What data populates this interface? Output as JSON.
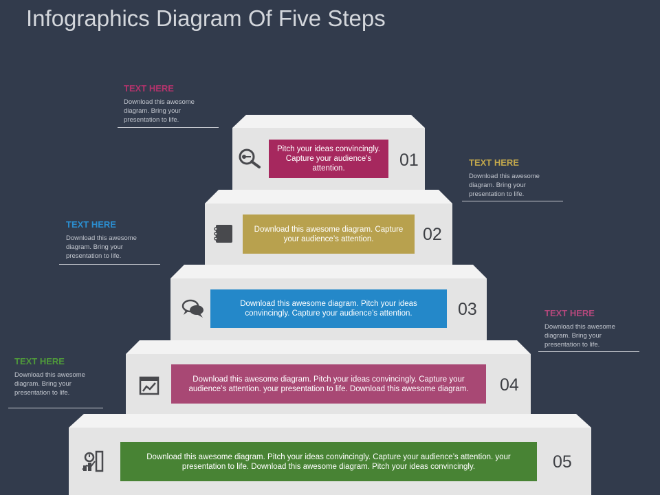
{
  "title": "Infographics Diagram Of Five Steps",
  "colors": {
    "background": "#323b4c",
    "step1": "#a6285e",
    "step2": "#b8a14e",
    "step3": "#2488c9",
    "step4": "#a84874",
    "step5": "#488334",
    "stair_face": "#e5e5e5",
    "stair_top": "#f5f5f5",
    "icon": "#48494d"
  },
  "steps": [
    {
      "number": "01",
      "text": "Pitch your ideas convincingly. Capture your audience’s attention.",
      "icon": "key-search-icon"
    },
    {
      "number": "02",
      "text": "Download this awesome diagram. Capture your audience’s attention.",
      "icon": "notebook-icon"
    },
    {
      "number": "03",
      "text": "Download this awesome diagram. Pitch your ideas convincingly. Capture your audience’s attention.",
      "icon": "chat-bubbles-icon"
    },
    {
      "number": "04",
      "text": "Download this awesome diagram. Pitch your ideas convincingly. Capture your audience’s attention. your presentation to life. Download this awesome diagram.",
      "icon": "line-chart-icon"
    },
    {
      "number": "05",
      "text": "Download this awesome diagram. Pitch your ideas convincingly. Capture your audience’s attention. your presentation to life. Download this awesome diagram. Pitch your ideas convincingly.",
      "icon": "analytics-person-icon"
    }
  ],
  "callouts": [
    {
      "heading": "TEXT HERE",
      "body": "Download this awesome diagram. Bring your presentation to life.",
      "color": "#b4336c"
    },
    {
      "heading": "TEXT HERE",
      "body": "Download this awesome diagram. Bring your presentation to life.",
      "color": "#c3a84c"
    },
    {
      "heading": "TEXT HERE",
      "body": "Download this awesome diagram. Bring your presentation to life.",
      "color": "#2b8ed0"
    },
    {
      "heading": "TEXT HERE",
      "body": "Download this awesome diagram. Bring your presentation to life.",
      "color": "#b4487c"
    },
    {
      "heading": "TEXT HERE",
      "body": "Download this awesome diagram. Bring your presentation to life.",
      "color": "#4f9a3a"
    }
  ]
}
